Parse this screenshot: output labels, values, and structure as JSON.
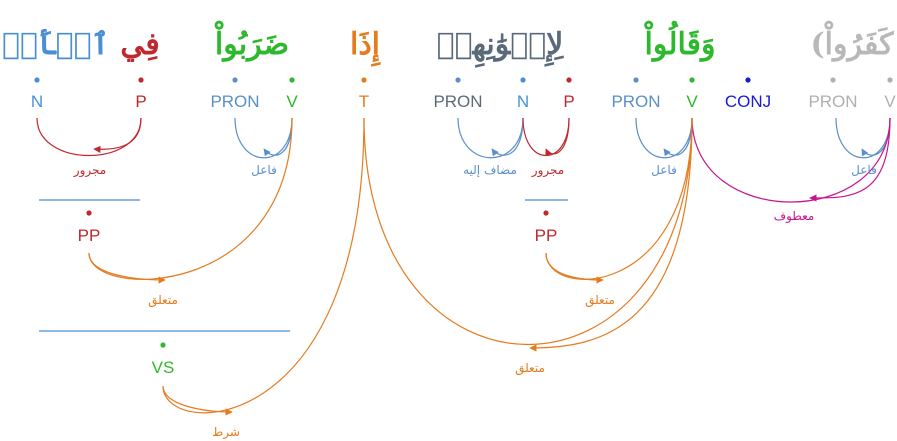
{
  "colors": {
    "noun": "#4a8fd4",
    "prep": "#c0282e",
    "verb": "#2db82d",
    "pron": "#5b8fc9",
    "particle": "#e57b1e",
    "conj": "#1a1ad0",
    "grey": "#b0b0b0",
    "slate": "#5a6a7a",
    "magenta": "#c8148c"
  },
  "words": [
    {
      "text": "(كَفَرُواْ",
      "color": "#b8b8b8"
    },
    {
      "text": "وَقَالُواْ",
      "color": "#2db82d"
    },
    {
      "text": "لِإِخۡوَٰنِهِمۡ",
      "color": "#5a6a7a"
    },
    {
      "text": "إِذَا",
      "color": "#e57b1e"
    },
    {
      "text": "ضَرَبُواْ",
      "color": "#2db82d"
    },
    {
      "text": "فِي",
      "color": "#c0282e"
    },
    {
      "text": "ٱلۡأَرۡضِ",
      "color": "#4a8fd4"
    }
  ],
  "tags": [
    {
      "text": "V",
      "color": "#b0b0b0"
    },
    {
      "text": "PRON",
      "color": "#b0b0b0"
    },
    {
      "text": "CONJ",
      "color": "#1a1ad0"
    },
    {
      "text": "V",
      "color": "#2db82d"
    },
    {
      "text": "PRON",
      "color": "#5b8fc9"
    },
    {
      "text": "P",
      "color": "#c0282e"
    },
    {
      "text": "N",
      "color": "#4a8fd4"
    },
    {
      "text": "PRON",
      "color": "#5a6a7a"
    },
    {
      "text": "T",
      "color": "#e57b1e"
    },
    {
      "text": "V",
      "color": "#2db82d"
    },
    {
      "text": "PRON",
      "color": "#5b8fc9"
    },
    {
      "text": "P",
      "color": "#c0282e"
    },
    {
      "text": "N",
      "color": "#4a8fd4"
    }
  ],
  "phrases": [
    {
      "text": "PP",
      "color": "#c0282e"
    },
    {
      "text": "PP",
      "color": "#c0282e"
    },
    {
      "text": "VS",
      "color": "#2db82d"
    }
  ],
  "relations": [
    {
      "text": "فاعل",
      "color": "#5b8fc9"
    },
    {
      "text": "فاعل",
      "color": "#5b8fc9"
    },
    {
      "text": "مضاف إليه",
      "color": "#5b8fc9"
    },
    {
      "text": "مجرور",
      "color": "#c0282e"
    },
    {
      "text": "فاعل",
      "color": "#5b8fc9"
    },
    {
      "text": "مجرور",
      "color": "#c0282e"
    },
    {
      "text": "معطوف",
      "color": "#c8148c"
    },
    {
      "text": "متعلق",
      "color": "#e57b1e"
    },
    {
      "text": "متعلق",
      "color": "#e57b1e"
    },
    {
      "text": "متعلق",
      "color": "#e57b1e"
    },
    {
      "text": "شرط",
      "color": "#e57b1e"
    }
  ]
}
